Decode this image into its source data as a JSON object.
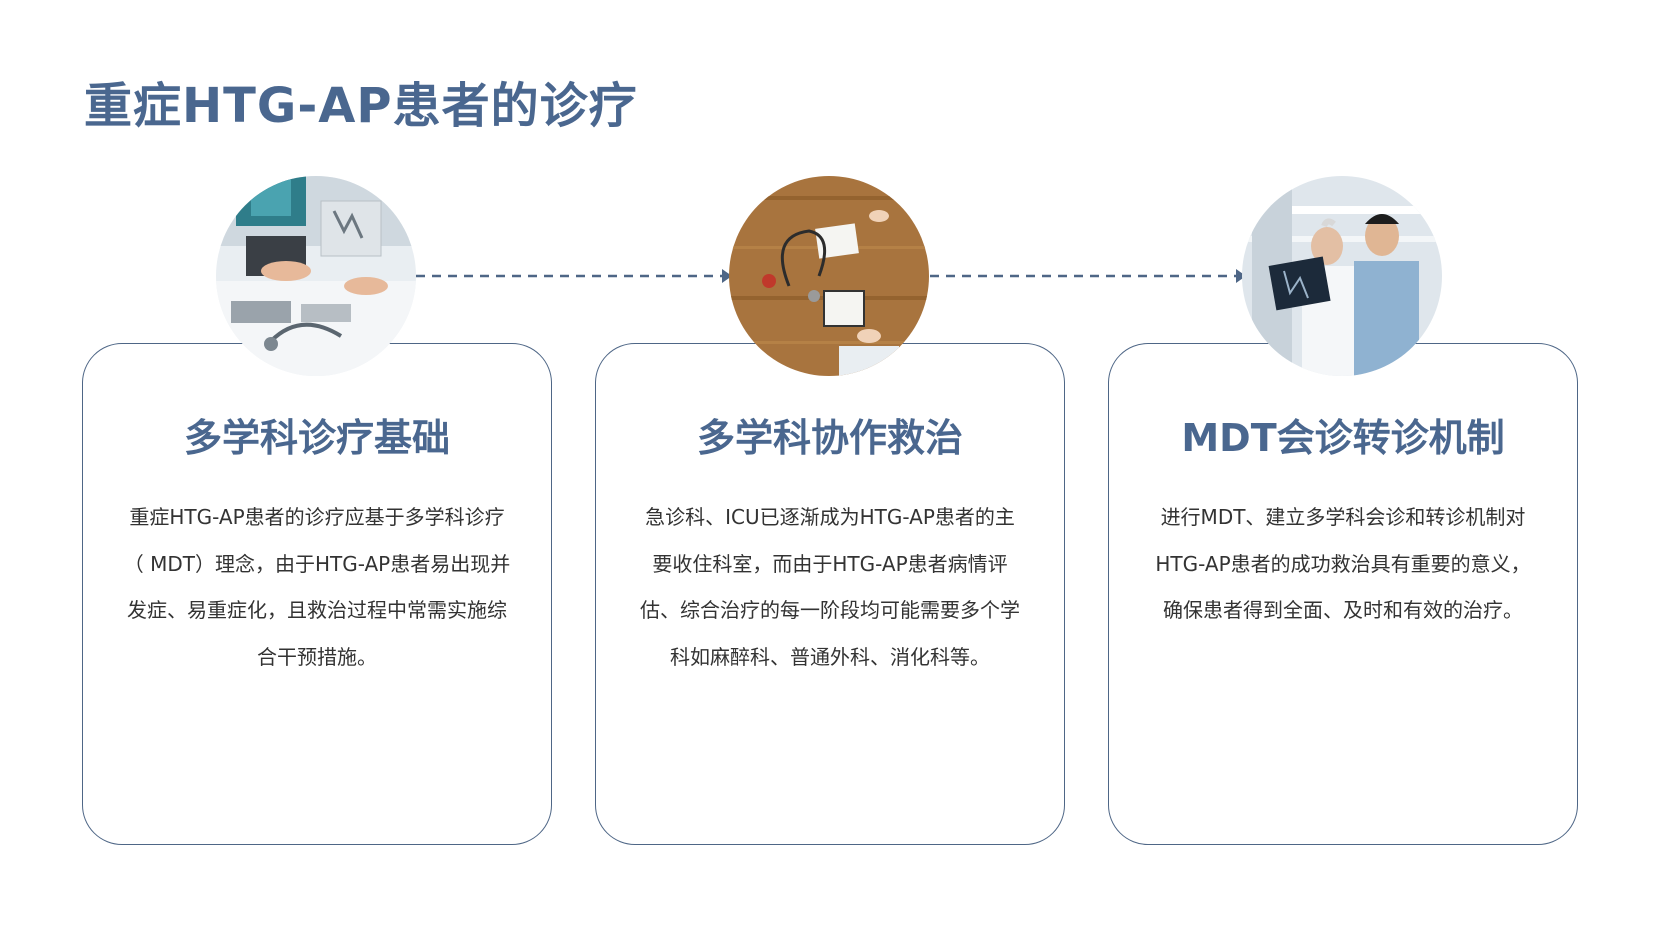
{
  "page": {
    "title": "重症HTG-AP患者的诊疗"
  },
  "steps": [
    {
      "heading": "多学科诊疗基础",
      "body": "重症HTG-AP患者的诊疗应基于多学科诊疗（ MDT）理念，由于HTG-AP患者易出现并发症、易重症化，且救治过程中常需实施综合干预措施。",
      "photo": "medical-team-xray-photo"
    },
    {
      "heading": "多学科协作救治",
      "body": "急诊科、ICU已逐渐成为HTG-AP患者的主要收住科室，而由于HTG-AP患者病情评估、综合治疗的每一阶段均可能需要多个学科如麻醉科、普通外科、消化科等。",
      "photo": "stethoscope-desk-photo"
    },
    {
      "heading": "MDT会诊转诊机制",
      "body": "进行MDT、建立多学科会诊和转诊机制对HTG-AP患者的成功救治具有重要的意义，确保患者得到全面、及时和有效的治疗。",
      "photo": "doctors-reviewing-xray-photo"
    }
  ],
  "colors": {
    "title": "#4a678f",
    "border": "#4e6686",
    "body_text": "#333333",
    "connector": "#4e6686"
  }
}
